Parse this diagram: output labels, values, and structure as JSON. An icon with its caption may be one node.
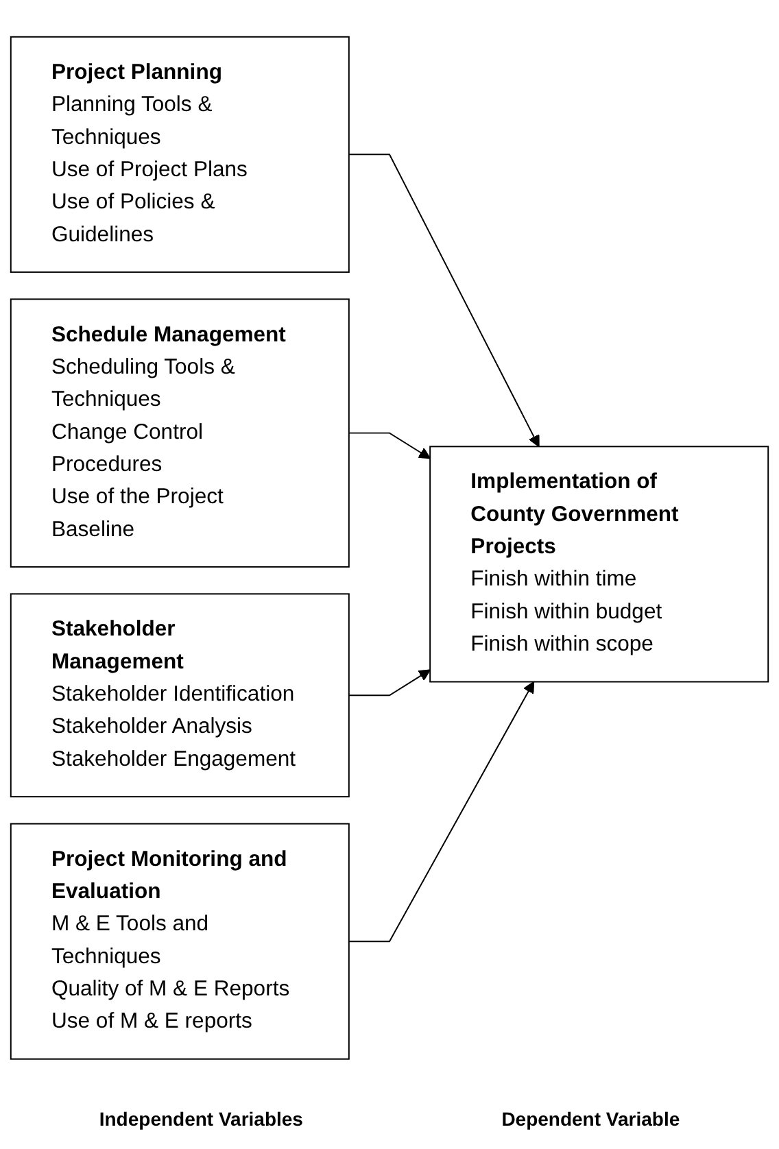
{
  "diagram": {
    "nodes": [
      {
        "text": [
          "Project Planning",
          "Planning Tools & Techniques",
          "Use of Project Plans",
          "Use of Policies & Guidelines"
        ]
      },
      {
        "text": [
          "Schedule Management",
          "Scheduling Tools & Techniques",
          "Change Control Procedures",
          "Use of the Project Baseline"
        ]
      },
      {
        "text": [
          "Stakeholder Management",
          "Stakeholder Identification",
          "Stakeholder Analysis",
          "Stakeholder Engagement"
        ]
      },
      {
        "text": [
          "Project Monitoring and Evaluation",
          "M & E Tools and Techniques",
          "Quality of M & E Reports",
          "Use of M & E reports"
        ]
      },
      {
        "text": [
          "Implementation of County Government Projects",
          "Finish within time",
          "Finish within budget",
          "Finish within scope"
        ]
      }
    ],
    "edges": [
      {
        "from": 0,
        "to": 4,
        "arrow": "to"
      },
      {
        "from": 1,
        "to": 4,
        "arrow": "to"
      },
      {
        "from": 2,
        "to": 4,
        "arrow": "to"
      },
      {
        "from": 3,
        "to": 4,
        "arrow": "to"
      }
    ],
    "labels": [
      "Independent Variables",
      "Dependent Variable"
    ]
  }
}
